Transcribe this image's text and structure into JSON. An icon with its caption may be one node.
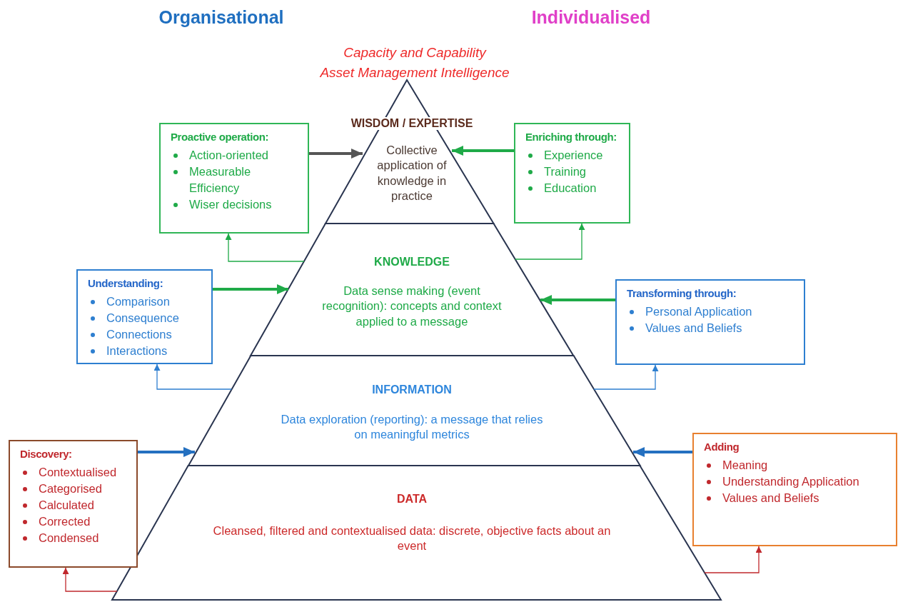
{
  "diagram": {
    "nodes": [
      {
        "text": [
          "WISDOM / EXPERTISE",
          "Collective application of knowledge in practice"
        ]
      },
      {
        "text": [
          "KNOWLEDGE",
          "Data sense making (event recognition): concepts and context applied to a message"
        ]
      },
      {
        "text": [
          "INFORMATION",
          "Data exploration (reporting): a message that relies on meaningful metrics"
        ]
      },
      {
        "text": [
          "DATA",
          "Cleansed, filtered and contextualised data: discrete, objective facts about an event"
        ]
      },
      {
        "text": [
          "Proactive operation:",
          "Action-oriented",
          "Measurable Efficiency",
          "Wiser decisions"
        ]
      },
      {
        "text": [
          "Enriching through:",
          "Experience",
          "Training",
          "Education"
        ]
      },
      {
        "text": [
          "Understanding:",
          "Comparison",
          "Consequence",
          "Connections",
          "Interactions"
        ]
      },
      {
        "text": [
          "Transforming through:",
          "Personal Application",
          "Values and Beliefs"
        ]
      },
      {
        "text": [
          "Discovery:",
          "Contextualised",
          "Categorised",
          "Calculated",
          "Corrected",
          "Condensed"
        ]
      },
      {
        "text": [
          "Adding",
          "Meaning",
          "Understanding Application",
          "Values and Beliefs"
        ]
      }
    ],
    "edges": [
      {
        "from": 4,
        "to": 0,
        "arrow": "to",
        "style": "thick",
        "color": "#555555"
      },
      {
        "from": 5,
        "to": 0,
        "arrow": "to",
        "style": "thick"
      },
      {
        "from": 6,
        "to": 1,
        "arrow": "to",
        "style": "thick"
      },
      {
        "from": 7,
        "to": 1,
        "arrow": "to",
        "style": "thick"
      },
      {
        "from": 8,
        "to": 2,
        "arrow": "to",
        "style": "thick",
        "color": "#2470c0"
      },
      {
        "from": 9,
        "to": 2,
        "arrow": "to",
        "style": "thick",
        "color": "#2470c0"
      },
      {
        "from": 1,
        "to": 4,
        "arrow": "to"
      },
      {
        "from": 1,
        "to": 5,
        "arrow": "to"
      },
      {
        "from": 2,
        "to": 6,
        "arrow": "to",
        "color": "#2e7fd0"
      },
      {
        "from": 2,
        "to": 7,
        "arrow": "to",
        "color": "#2e7fd0"
      },
      {
        "from": 3,
        "to": 8,
        "arrow": "to",
        "color": "#c0282d"
      },
      {
        "from": 3,
        "to": 9,
        "arrow": "to",
        "color": "#c0282d"
      }
    ],
    "labels": [
      "Organisational",
      "Individualised",
      "Capacity and Capability",
      "Asset Management Intelligence"
    ]
  }
}
